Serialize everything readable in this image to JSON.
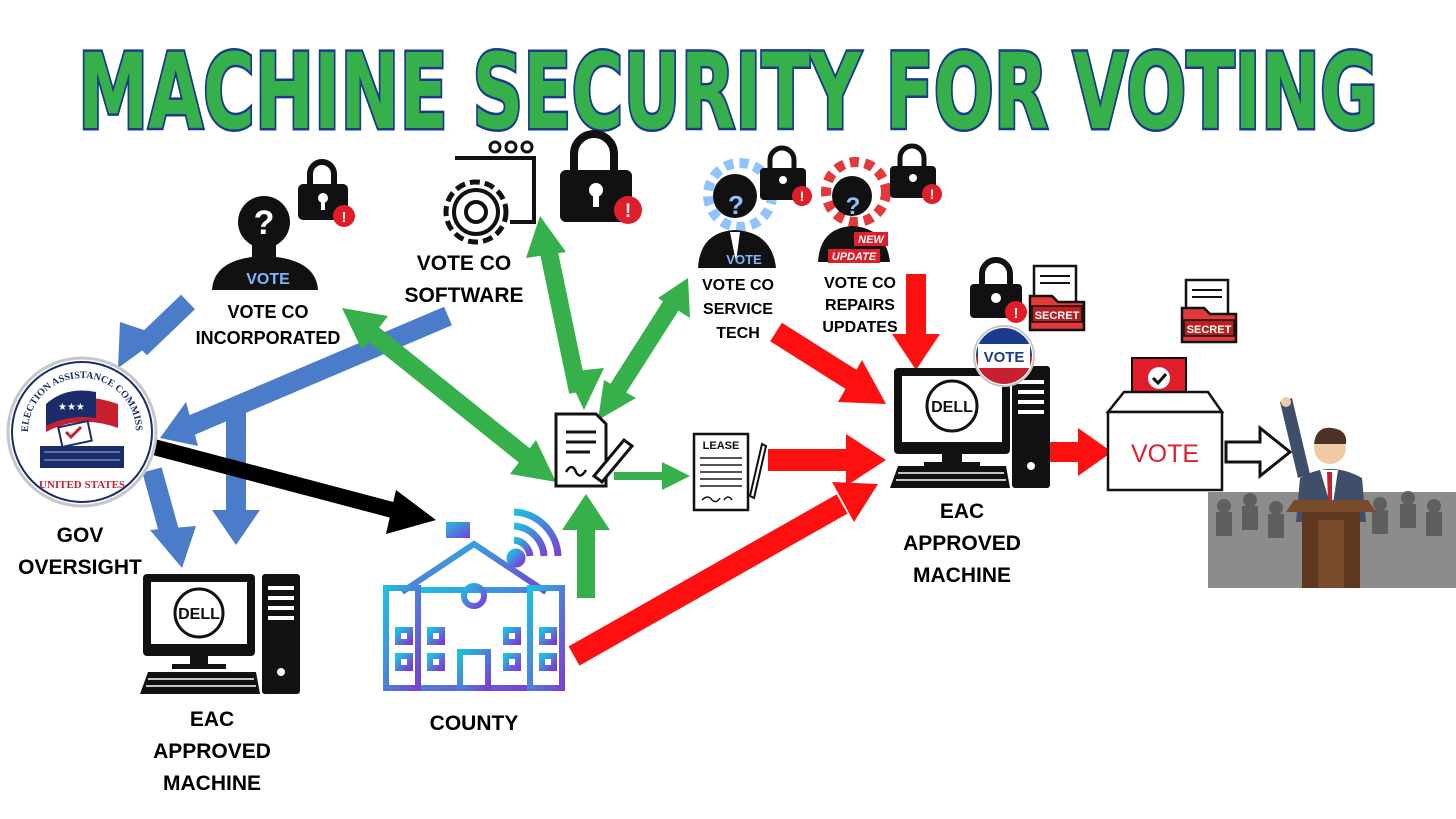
{
  "title": "MACHINE SECURITY FOR VOTING",
  "nodes": {
    "vote_co_incorporated": {
      "line1": "VOTE CO",
      "line2": "INCORPORATED",
      "badge": "VOTE"
    },
    "vote_co_software": {
      "line1": "VOTE CO",
      "line2": "SOFTWARE"
    },
    "vote_co_service_tech": {
      "line1": "VOTE CO",
      "line2": "SERVICE",
      "line3": "TECH",
      "badge": "VOTE"
    },
    "vote_co_repairs": {
      "line1": "VOTE CO",
      "line2": "REPAIRS",
      "line3": "UPDATES",
      "badge_new": "NEW",
      "badge_update": "UPDATE"
    },
    "gov_oversight": {
      "line1": "GOV",
      "line2": "OVERSIGHT"
    },
    "eac_seal": {
      "ring_top": "ELECTION ASSISTANCE COMMISSION",
      "ring_bottom": "UNITED STATES"
    },
    "eac_machine_left": {
      "line1": "EAC",
      "line2": "APPROVED",
      "line3": "MACHINE",
      "brand": "DELL"
    },
    "eac_machine_right": {
      "line1": "EAC",
      "line2": "APPROVED",
      "line3": "MACHINE",
      "brand": "DELL",
      "badge": "VOTE"
    },
    "county": {
      "label": "COUNTY"
    },
    "lease": {
      "label": "LEASE"
    },
    "secret_folder": {
      "label": "SECRET"
    },
    "secret_doc": {
      "label": "SECRET"
    },
    "ballot_box": {
      "label": "VOTE"
    }
  },
  "colors": {
    "title_fill": "#35b04a",
    "title_stroke": "#1a3a8c",
    "blue_arrow": "#4a7cc9",
    "green_arrow": "#35b04a",
    "red_arrow": "#ff1010",
    "black_arrow": "#000000",
    "county_gradient_start": "#1ec0e0",
    "county_gradient_end": "#7b3fd6",
    "alert_red": "#e01e2a"
  }
}
